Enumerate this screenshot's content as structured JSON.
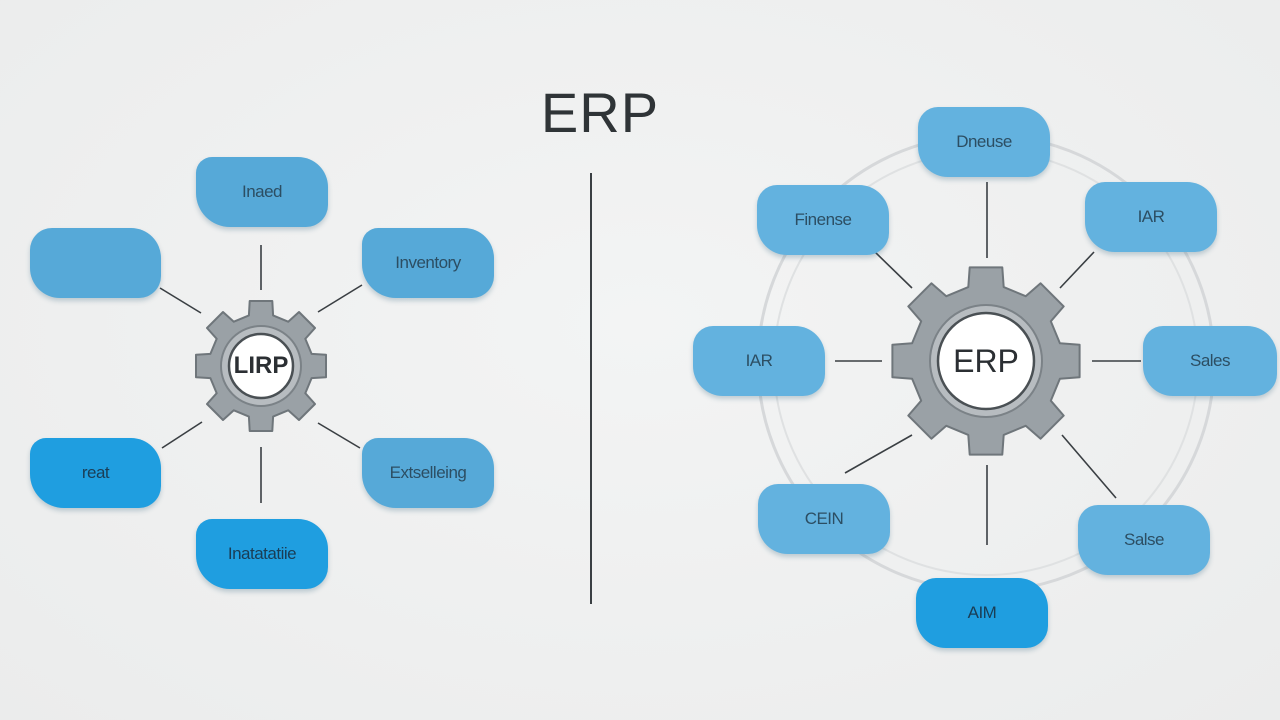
{
  "title": "ERP",
  "left_diagram": {
    "hub_label": "LIRP",
    "nodes": [
      {
        "label": "Inaed"
      },
      {
        "label": ""
      },
      {
        "label": "Inventory"
      },
      {
        "label": "reat"
      },
      {
        "label": "Extselleing"
      },
      {
        "label": "Inatatatiie"
      }
    ]
  },
  "right_diagram": {
    "hub_label": "ERP",
    "nodes": [
      {
        "label": "Dneuse"
      },
      {
        "label": "Finense"
      },
      {
        "label": "IAR"
      },
      {
        "label": "IAR"
      },
      {
        "label": "Sales"
      },
      {
        "label": "CEIN"
      },
      {
        "label": "Salse"
      },
      {
        "label": "AIM"
      }
    ]
  },
  "colors": {
    "background": "#eeefef",
    "node_blue": "#56a9d8",
    "node_blue_strong": "#1f9ee0",
    "gear_gray": "#9aa1a6",
    "connector": "#3a3f43"
  }
}
